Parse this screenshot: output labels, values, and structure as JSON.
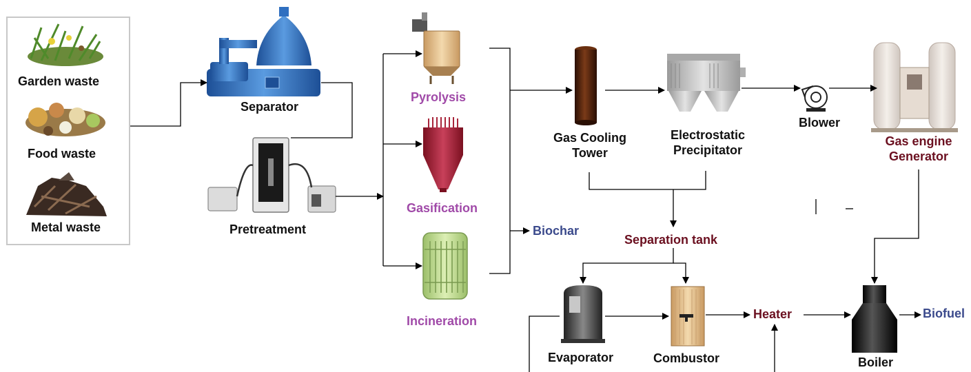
{
  "feedstock": {
    "garden": "Garden waste",
    "food": "Food waste",
    "metal": "Metal waste"
  },
  "preprocess": {
    "separator": "Separator",
    "pretreatment": "Pretreatment"
  },
  "thermal": {
    "pyrolysis": "Pyrolysis",
    "gasification": "Gasification",
    "incineration": "Incineration",
    "biochar": "Biochar"
  },
  "gas_line": {
    "cooling_tower": "Gas Cooling Tower",
    "precipitator": "Electrostatic Precipitator",
    "blower": "Blower",
    "generator": "Gas engine Generator"
  },
  "lower_line": {
    "separation_tank": "Separation tank",
    "evaporator": "Evaporator",
    "combustor": "Combustor",
    "heater": "Heater",
    "boiler": "Boiler",
    "biofuel": "Biofuel"
  },
  "colors": {
    "process_label": "#a04aa8",
    "product_label": "#3b4a8c",
    "stream_label": "#6b1020",
    "separator_blue": "#2f6fc0",
    "gasifier_red": "#a8243a",
    "incinerator_green": "#b9d58a",
    "cooling_tower_brown": "#4a1e0a",
    "precipitator_gray": "#c9c9c9"
  }
}
